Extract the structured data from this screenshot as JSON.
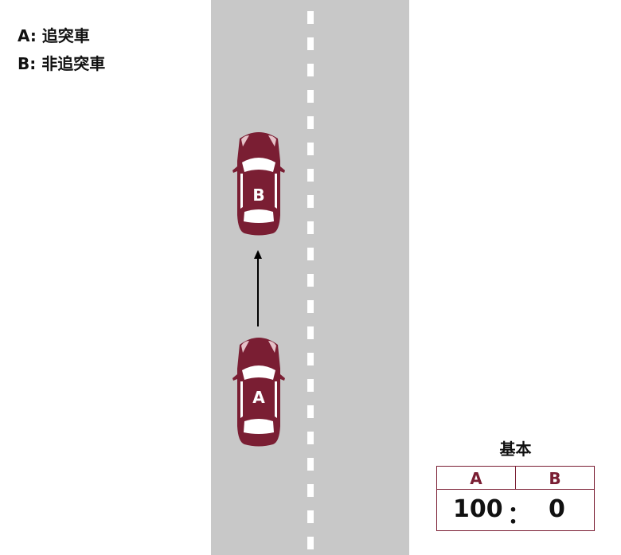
{
  "legend": {
    "a": "A: 追突車",
    "b": "B: 非追突車"
  },
  "cars": {
    "a": {
      "label": "A",
      "color": "#7a1e33"
    },
    "b": {
      "label": "B",
      "color": "#7a1e33"
    }
  },
  "ratio": {
    "title": "基本",
    "a_header": "A",
    "b_header": "B",
    "a_value": "100",
    "separator": "：",
    "b_value": "0"
  },
  "colors": {
    "road": "#c8c8c8",
    "accent": "#7a1e33"
  }
}
